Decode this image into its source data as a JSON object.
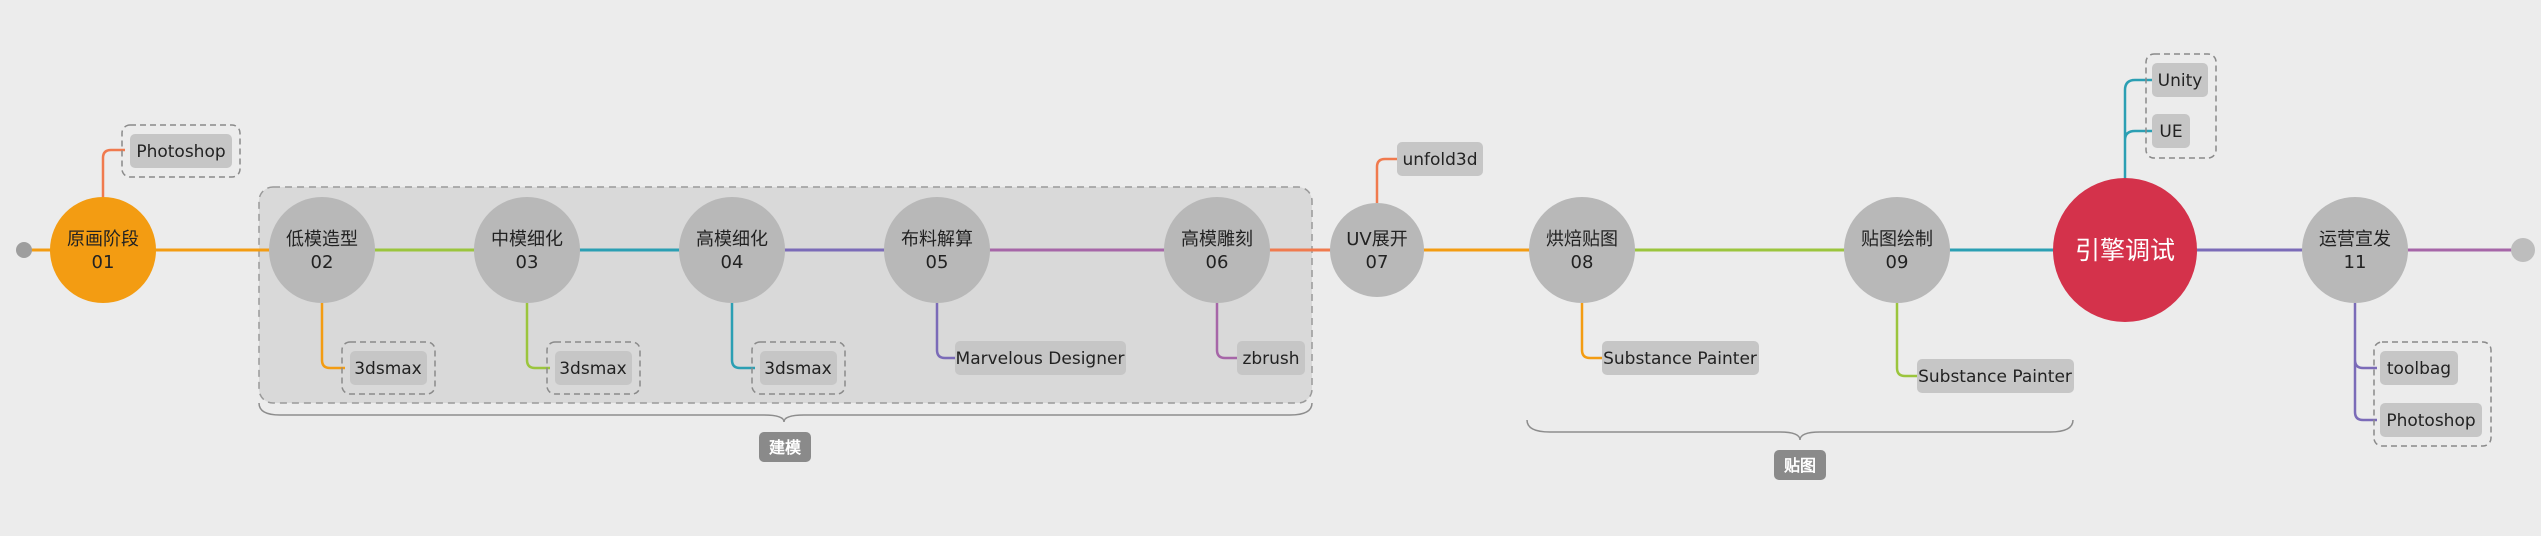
{
  "colors": {
    "background": "#ececec",
    "node_gray": "#b8b8b8",
    "node_orange": "#f39c12",
    "node_red": "#d4324b",
    "tag_fill": "#c9c9c9",
    "group_fill": "#d9d9d9",
    "group_border": "#9a9a9a",
    "badge": "#8a8a8a",
    "trunk_end": "#9e9e9e"
  },
  "nodes": [
    {
      "id": "n01",
      "label": "原画阶段",
      "num": "01",
      "style": "orange"
    },
    {
      "id": "n02",
      "label": "低模造型",
      "num": "02",
      "style": "gray"
    },
    {
      "id": "n03",
      "label": "中模细化",
      "num": "03",
      "style": "gray"
    },
    {
      "id": "n04",
      "label": "高模细化",
      "num": "04",
      "style": "gray"
    },
    {
      "id": "n05",
      "label": "布料解算",
      "num": "05",
      "style": "gray"
    },
    {
      "id": "n06",
      "label": "高模雕刻",
      "num": "06",
      "style": "gray"
    },
    {
      "id": "n07",
      "label": "UV展开",
      "num": "07",
      "style": "gray"
    },
    {
      "id": "n08",
      "label": "烘焙贴图",
      "num": "08",
      "style": "gray"
    },
    {
      "id": "n09",
      "label": "贴图绘制",
      "num": "09",
      "style": "gray"
    },
    {
      "id": "n10",
      "label": "引擎调试",
      "num": "",
      "style": "red"
    },
    {
      "id": "n11",
      "label": "运营宣发",
      "num": "11",
      "style": "gray"
    }
  ],
  "edges": [
    {
      "from": "start",
      "to": "n01",
      "color": "#f39c12"
    },
    {
      "from": "n01",
      "to": "n02",
      "color": "#f39c12"
    },
    {
      "from": "n02",
      "to": "n03",
      "color": "#9bc53d"
    },
    {
      "from": "n03",
      "to": "n04",
      "color": "#2b9fb3"
    },
    {
      "from": "n04",
      "to": "n05",
      "color": "#7b6bb8"
    },
    {
      "from": "n05",
      "to": "n06",
      "color": "#a666a8"
    },
    {
      "from": "n06",
      "to": "n07",
      "color": "#f07a4e"
    },
    {
      "from": "n07",
      "to": "n08",
      "color": "#f39c12"
    },
    {
      "from": "n08",
      "to": "n09",
      "color": "#9bc53d"
    },
    {
      "from": "n09",
      "to": "n10",
      "color": "#2b9fb3"
    },
    {
      "from": "n10",
      "to": "n11",
      "color": "#7b6bb8"
    },
    {
      "from": "n11",
      "to": "end",
      "color": "#a666a8"
    }
  ],
  "tools": [
    {
      "parent": "n01",
      "label": "Photoshop",
      "dir": "up",
      "color": "#f07a4e"
    },
    {
      "parent": "n02",
      "label": "3dsmax",
      "dir": "down",
      "color": "#f39c12"
    },
    {
      "parent": "n03",
      "label": "3dsmax",
      "dir": "down",
      "color": "#9bc53d"
    },
    {
      "parent": "n04",
      "label": "3dsmax",
      "dir": "down",
      "color": "#2b9fb3"
    },
    {
      "parent": "n05",
      "label": "Marvelous Designer",
      "dir": "down",
      "color": "#7b6bb8"
    },
    {
      "parent": "n06",
      "label": "zbrush",
      "dir": "down",
      "color": "#a666a8"
    },
    {
      "parent": "n07",
      "label": "unfold3d",
      "dir": "up",
      "color": "#f07a4e"
    },
    {
      "parent": "n08",
      "label": "Substance Painter",
      "dir": "down",
      "color": "#f39c12"
    },
    {
      "parent": "n09",
      "label": "Substance Painter",
      "dir": "down",
      "color": "#9bc53d"
    },
    {
      "parent": "n10",
      "label": "Unity",
      "dir": "up",
      "color": "#2b9fb3"
    },
    {
      "parent": "n10",
      "label": "UE",
      "dir": "up",
      "color": "#2b9fb3"
    },
    {
      "parent": "n11",
      "label": "toolbag",
      "dir": "down",
      "color": "#7b6bb8"
    },
    {
      "parent": "n11",
      "label": "Photoshop",
      "dir": "down",
      "color": "#7b6bb8"
    }
  ],
  "groups": [
    {
      "id": "modeling",
      "label": "建模",
      "members": [
        "n02",
        "n03",
        "n04",
        "n05",
        "n06"
      ]
    },
    {
      "id": "texturing",
      "label": "贴图",
      "members": [
        "n08",
        "n09"
      ]
    }
  ]
}
